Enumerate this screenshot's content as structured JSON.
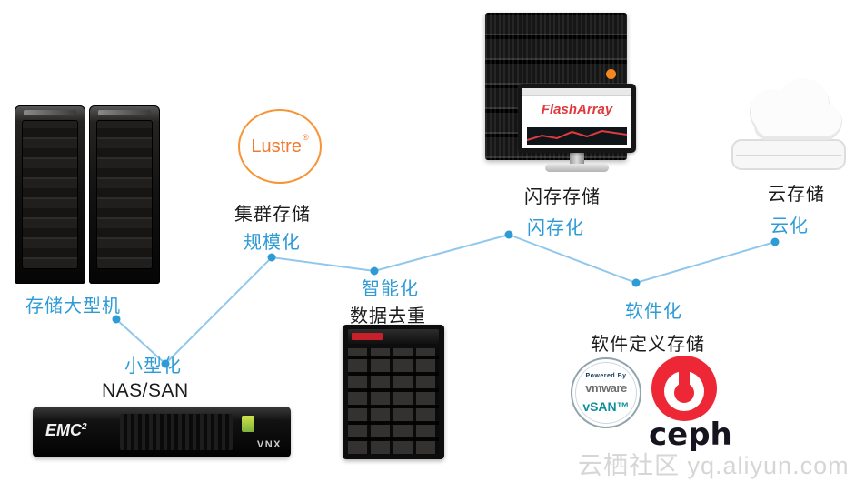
{
  "watermark": {
    "text": "云栖社区 yq.aliyun.com"
  },
  "colors": {
    "accent_blue": "#2E9BD6",
    "line_blue": "#8FC8EC",
    "lustre_orange": "#F4782A",
    "flasharray_red": "#E03A3E",
    "ceph_red": "#EE2737",
    "vsan_teal": "#0E8F9E"
  },
  "nodes": {
    "mainframe": {
      "title": "存储大型机",
      "trend": "小型化",
      "product": "NAS/SAN"
    },
    "cluster": {
      "logo": "Lustre",
      "logo_reg": "®",
      "title": "集群存储",
      "trend": "规模化"
    },
    "dedupe": {
      "trend": "智能化",
      "title": "数据去重"
    },
    "flash": {
      "title": "闪存存储",
      "trend": "闪存化",
      "screen_brand": "FlashArray"
    },
    "sds": {
      "trend": "软件化",
      "title": "软件定义存储",
      "vsan": {
        "powered": "Powered By",
        "vmware": "vmware",
        "name": "vSAN™"
      },
      "ceph": "ceph"
    },
    "cloud": {
      "title": "云存储",
      "trend": "云化"
    }
  },
  "devices": {
    "emc_logo": "EMC",
    "emc_sup": "2",
    "vnx_label": "VNX"
  }
}
